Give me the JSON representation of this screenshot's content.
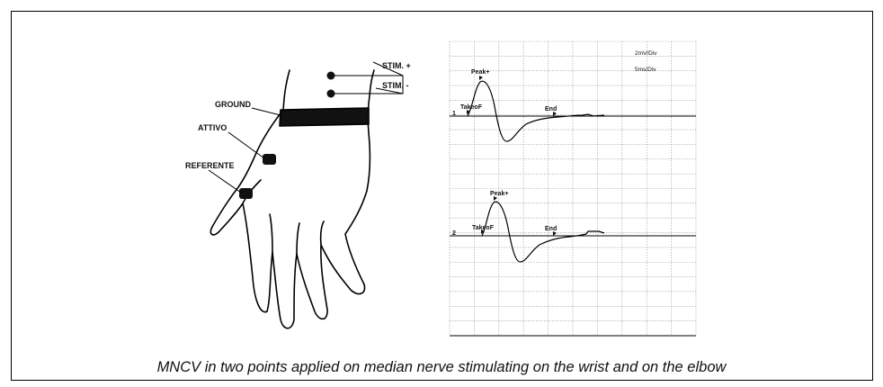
{
  "hand_labels": {
    "stim_plus": "STIM. +",
    "stim_minus": "STIM. -",
    "ground": "GROUND",
    "attivo": "ATTIVO",
    "referente": "REFERENTE"
  },
  "trace_panel": {
    "scale_amplitude": "2mV/Div",
    "scale_time": "5ms/Div",
    "trace1": {
      "index": "1",
      "takeoff": "TakeoF",
      "peak": "Peak+",
      "end": "End"
    },
    "trace2": {
      "index": "2",
      "takeoff": "TakeoF",
      "peak": "Peak+",
      "end": "End"
    }
  },
  "caption": "MNCV in two points applied on median nerve stimulating on the wrist and on the elbow"
}
